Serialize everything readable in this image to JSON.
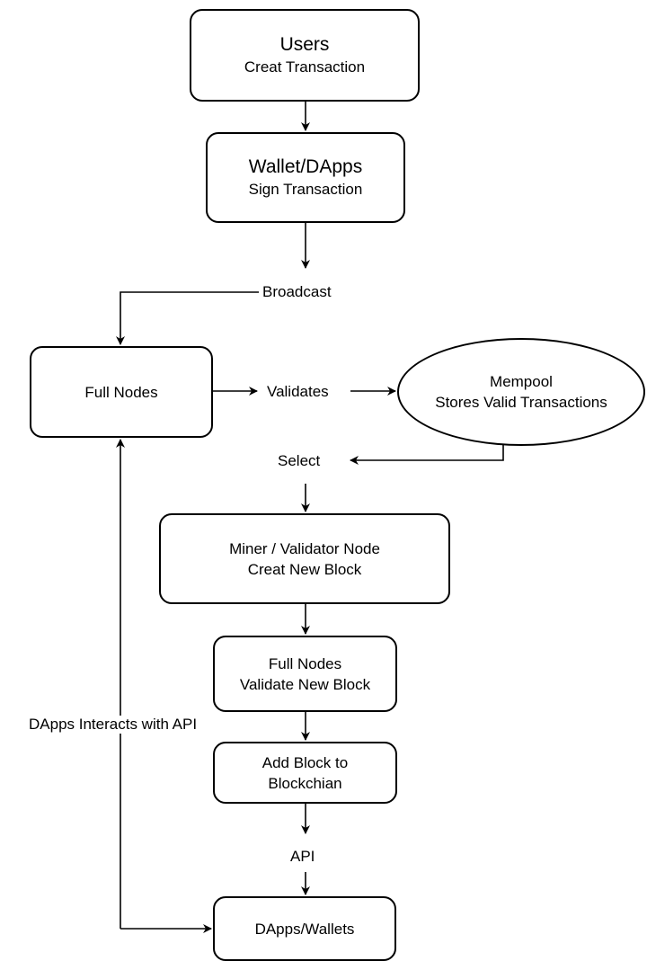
{
  "nodes": {
    "users": {
      "title": "Users",
      "subtitle": "Creat Transaction"
    },
    "wallet": {
      "title": "Wallet/DApps",
      "subtitle": "Sign Transaction"
    },
    "full_nodes": {
      "label": "Full Nodes"
    },
    "mempool": {
      "line1": "Mempool",
      "line2": "Stores Valid Transactions"
    },
    "miner": {
      "line1": "Miner / Validator Node",
      "line2": "Creat New Block"
    },
    "validate": {
      "line1": "Full Nodes",
      "line2": "Validate New Block"
    },
    "add_block": {
      "line1": "Add Block to",
      "line2": "Blockchian"
    },
    "dapps_wallets": {
      "label": "DApps/Wallets"
    }
  },
  "edge_labels": {
    "broadcast": "Broadcast",
    "validates": "Validates",
    "select": "Select",
    "api": "API",
    "dapps_api": "DApps Interacts with API"
  },
  "colors": {
    "stroke": "#000000",
    "background": "#ffffff"
  }
}
